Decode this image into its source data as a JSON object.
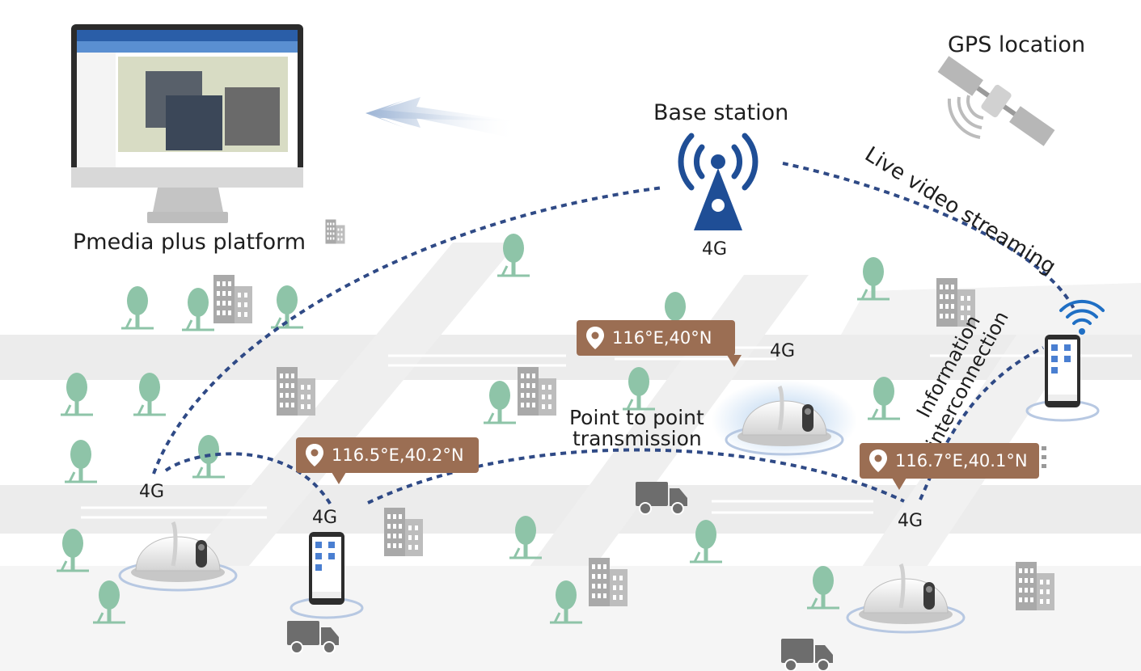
{
  "labels": {
    "platform": "Pmedia plus platform",
    "base_station": "Base station",
    "base_station_network": "4G",
    "gps": "GPS location",
    "live_video": "Live video streaming",
    "info_line1": "Information",
    "info_line2": "interconnection",
    "p2p_line1": "Point to point",
    "p2p_line2": "transmission"
  },
  "network_tags": [
    "4G",
    "4G",
    "4G",
    "4G"
  ],
  "coordinates": [
    {
      "id": "center",
      "text": "116°E,40°N"
    },
    {
      "id": "left",
      "text": "116.5°E,40.2°N"
    },
    {
      "id": "right",
      "text": "116.7°E,40.1°N"
    }
  ],
  "colors": {
    "link_line": "#2f4a86",
    "tower": "#1f4e96",
    "bubble": "#9b6e53",
    "tree": "#8ec4a8",
    "building": "#a9a9a9",
    "road": "#ececec"
  },
  "icons": [
    "monitor-icon",
    "satellite-icon",
    "radio-tower-icon",
    "helmet-camera-icon",
    "smartphone-icon",
    "truck-icon",
    "tree-icon",
    "building-icon",
    "location-pin-icon",
    "wifi-icon"
  ]
}
